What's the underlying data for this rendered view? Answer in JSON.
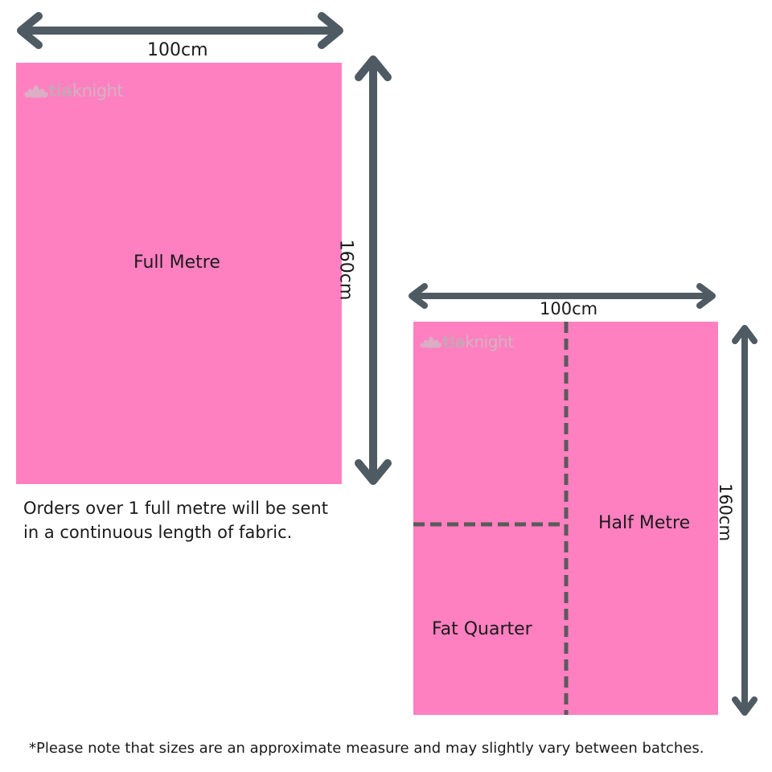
{
  "colors": {
    "fabric": "#ff80c0",
    "arrow": "#4f5b63",
    "dashed_line": "#5a5a5a"
  },
  "logo": {
    "part1": "tia",
    "part2": "knight",
    "icon": "lotus-icon"
  },
  "full_metre": {
    "width_label": "100cm",
    "height_label": "160cm",
    "region_label": "Full Metre",
    "note_line1": "Orders over 1 full metre will be sent",
    "note_line2": "in a continuous length of fabric."
  },
  "half_metre": {
    "width_label": "100cm",
    "height_label": "160cm",
    "half_label": "Half Metre",
    "fat_quarter_label": "Fat Quarter"
  },
  "footnote": "*Please note that sizes are an approximate measure and may slightly vary between batches."
}
